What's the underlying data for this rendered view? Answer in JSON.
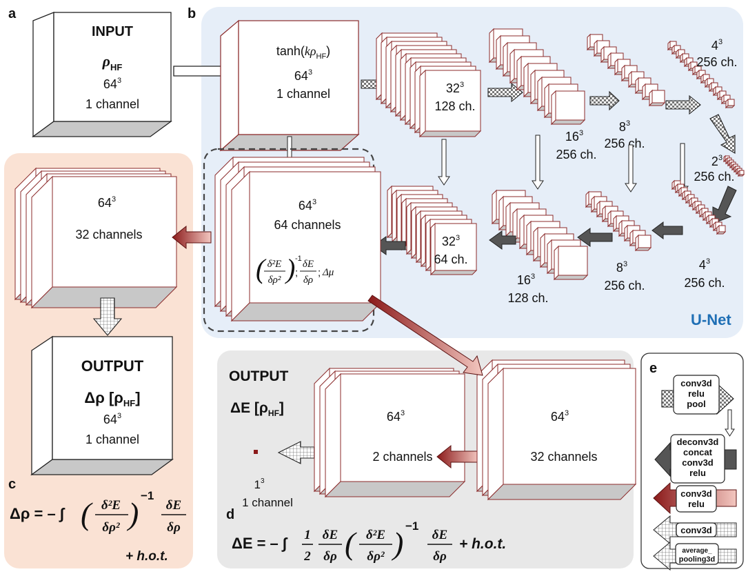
{
  "colors": {
    "unet_bg": "#e6eef8",
    "c_bg": "#fae2d4",
    "d_bg": "#e8e8e8",
    "cube_edge": "#8b2a2a",
    "cube_bottom": "#c8c8c8",
    "unet_label": "#1f6fb5",
    "arrow_dark": "#555555",
    "arrow_red": "#8b1a1a"
  },
  "panels": {
    "a": "a",
    "b": "b",
    "c": "c",
    "d": "d",
    "e": "e"
  },
  "input": {
    "title": "INPUT",
    "symbol": "ρ",
    "sub": "HF",
    "size_base": "64",
    "size_exp": "3",
    "channels": "1 channel"
  },
  "unet": {
    "label": "U-Net",
    "tanh_prefix": "tanh(",
    "tanh_k": "k",
    "tanh_rho": "ρ",
    "tanh_sub": "HF",
    "tanh_suffix": ")",
    "enc0": {
      "base": "64",
      "exp": "3",
      "ch": "1 channel"
    },
    "enc1": {
      "base": "32",
      "exp": "3",
      "ch": "128 ch."
    },
    "enc2": {
      "base": "16",
      "exp": "3",
      "ch": "256 ch."
    },
    "enc3": {
      "base": "8",
      "exp": "3",
      "ch": "256 ch."
    },
    "enc4": {
      "base": "4",
      "exp": "3",
      "ch": "256 ch."
    },
    "bottom": {
      "base": "2",
      "exp": "3",
      "ch": "256 ch."
    },
    "dec4": {
      "base": "4",
      "exp": "3",
      "ch": "256 ch."
    },
    "dec3": {
      "base": "8",
      "exp": "3",
      "ch": "256 ch."
    },
    "dec2": {
      "base": "16",
      "exp": "3",
      "ch": "128 ch."
    },
    "dec1": {
      "base": "32",
      "exp": "3",
      "ch": "64 ch."
    },
    "dec0": {
      "base": "64",
      "exp": "3",
      "ch": "64 channels"
    },
    "feat_formula": {
      "num_top": "δ²E",
      "den_top": "δρ²",
      "exp": "-1",
      "sep1": ";",
      "num2": "δE",
      "den2": "δρ",
      "sep2": ";",
      "delta_mu": "Δμ"
    }
  },
  "panel_c": {
    "mid": {
      "base": "64",
      "exp": "3",
      "ch": "32 channels"
    },
    "output_title": "OUTPUT",
    "output_line": "Δρ [ρ",
    "output_sub": "HF",
    "output_close": "]",
    "size_base": "64",
    "size_exp": "3",
    "channels": "1 channel",
    "formula_lhs": "Δρ = – ∫",
    "formula_num": "δ²E",
    "formula_den": "δρ²",
    "formula_exp": "−1",
    "formula_num2": "δE",
    "formula_den2": "δρ",
    "hot": "+ h.o.t."
  },
  "panel_d": {
    "output_title": "OUTPUT",
    "output_line": "ΔE [ρ",
    "output_sub": "HF",
    "output_close": "]",
    "scalar_base": "1",
    "scalar_exp": "3",
    "scalar_ch": "1 channel",
    "mid": {
      "base": "64",
      "exp": "3",
      "ch": "2 channels"
    },
    "right": {
      "base": "64",
      "exp": "3",
      "ch": "32 channels"
    },
    "formula_lhs": "ΔE = – ∫",
    "formula_half_num": "1",
    "formula_half_den": "2",
    "formula_num1": "δE",
    "formula_den1": "δρ",
    "formula_num2": "δ²E",
    "formula_den2": "δρ²",
    "formula_exp": "−1",
    "formula_num3": "δE",
    "formula_den3": "δρ",
    "hot": "+ h.o.t."
  },
  "legend": {
    "item1": [
      "conv3d",
      "relu",
      "pool"
    ],
    "item2": [
      "deconv3d",
      "concat",
      "conv3d",
      "relu"
    ],
    "item3": [
      "conv3d",
      "relu"
    ],
    "item4": [
      "conv3d"
    ],
    "item5": [
      "average_",
      "pooling3d"
    ]
  }
}
